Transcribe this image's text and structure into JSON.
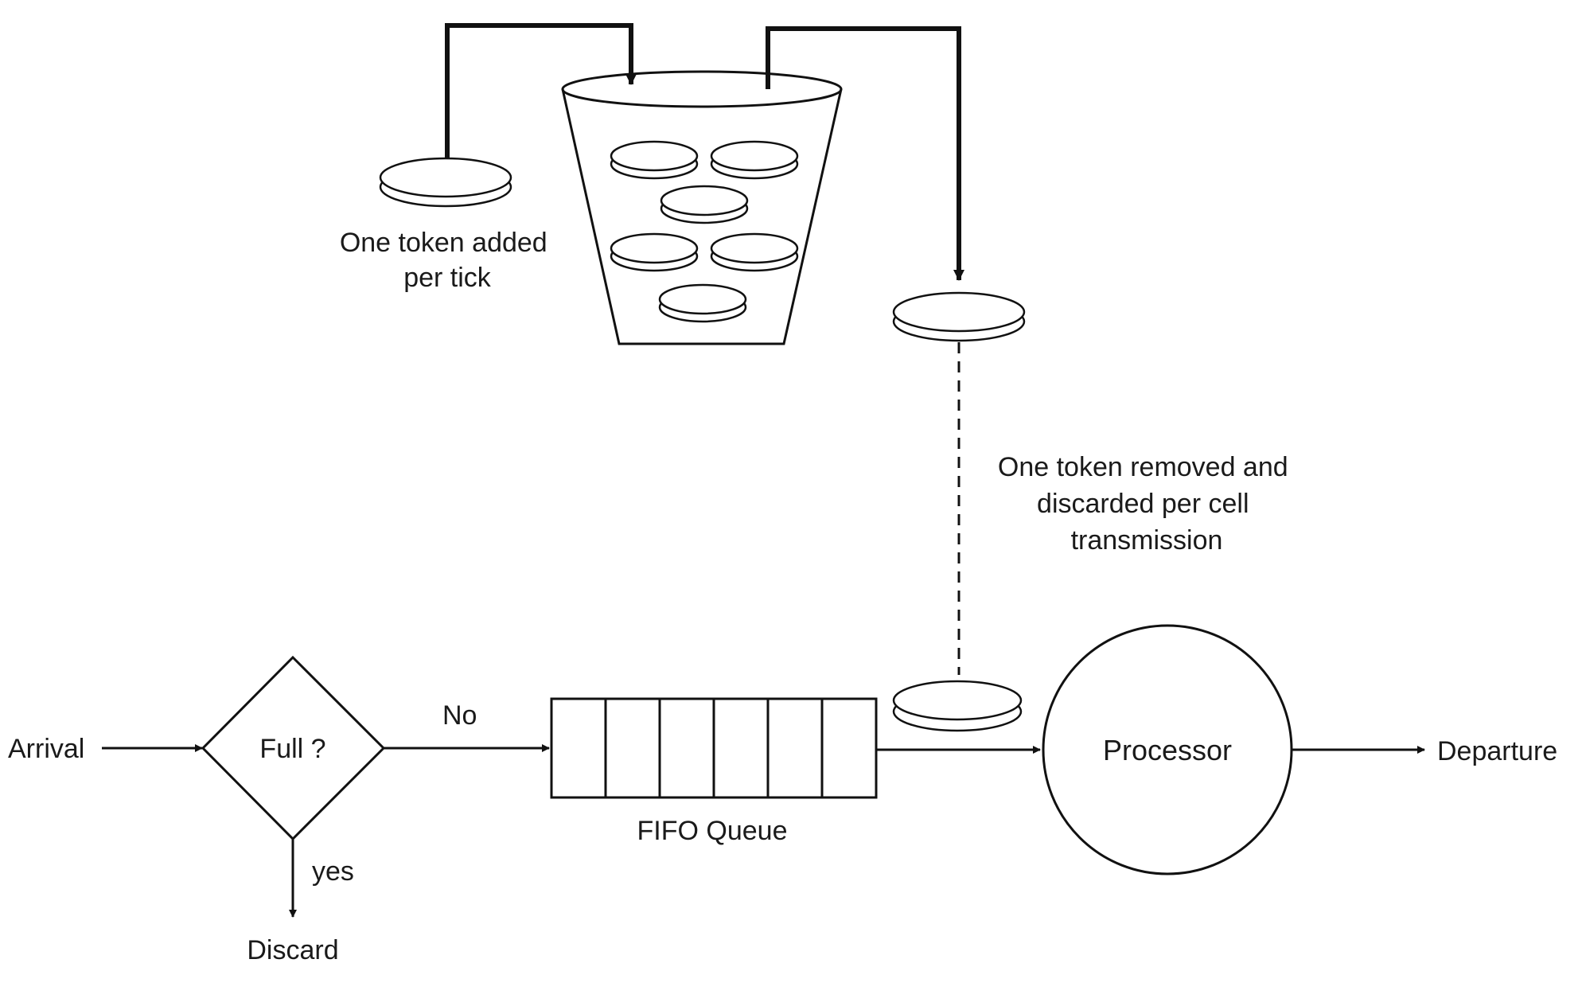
{
  "labels": {
    "token_added_line1": "One token added",
    "token_added_line2": "per tick",
    "token_removed_line1": "One token removed and",
    "token_removed_line2": "discarded per cell",
    "token_removed_line3": "transmission",
    "arrival": "Arrival",
    "decision": "Full ?",
    "no_branch": "No",
    "yes_branch": "yes",
    "discard": "Discard",
    "queue": "FIFO Queue",
    "processor": "Processor",
    "departure": "Departure"
  },
  "queue_slots": 6,
  "bucket_tokens": 6
}
